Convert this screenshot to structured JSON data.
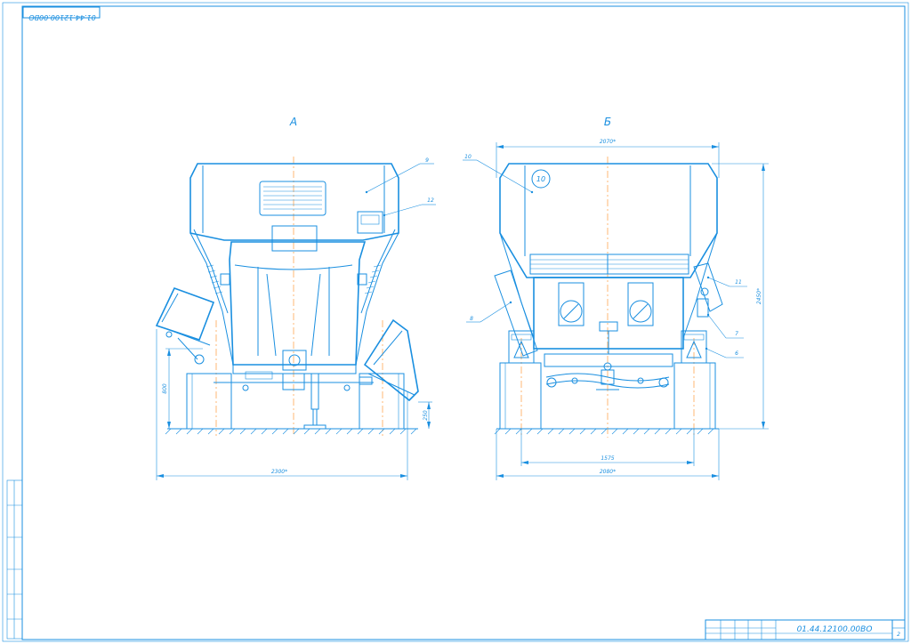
{
  "drawing": {
    "code_rotated": "01.44.12100.00ВО",
    "code_main": "01.44.12100.00ВО",
    "sheet_number": "2"
  },
  "views": {
    "a": {
      "label": "А"
    },
    "b": {
      "label": "Б"
    }
  },
  "dimensions": {
    "a_width": "2300*",
    "a_height": "800",
    "a_drop": "250",
    "b_top_width": "2070*",
    "b_bottom_width": "2080*",
    "b_track": "1575",
    "b_height": "2450*"
  },
  "callouts": {
    "view_a": [
      "9",
      "12"
    ],
    "view_b": [
      "10",
      "10",
      "8",
      "11",
      "7",
      "6"
    ]
  },
  "colors": {
    "line": "#1a8fe0",
    "axis": "#ff9a3a",
    "background": "#ffffff"
  }
}
